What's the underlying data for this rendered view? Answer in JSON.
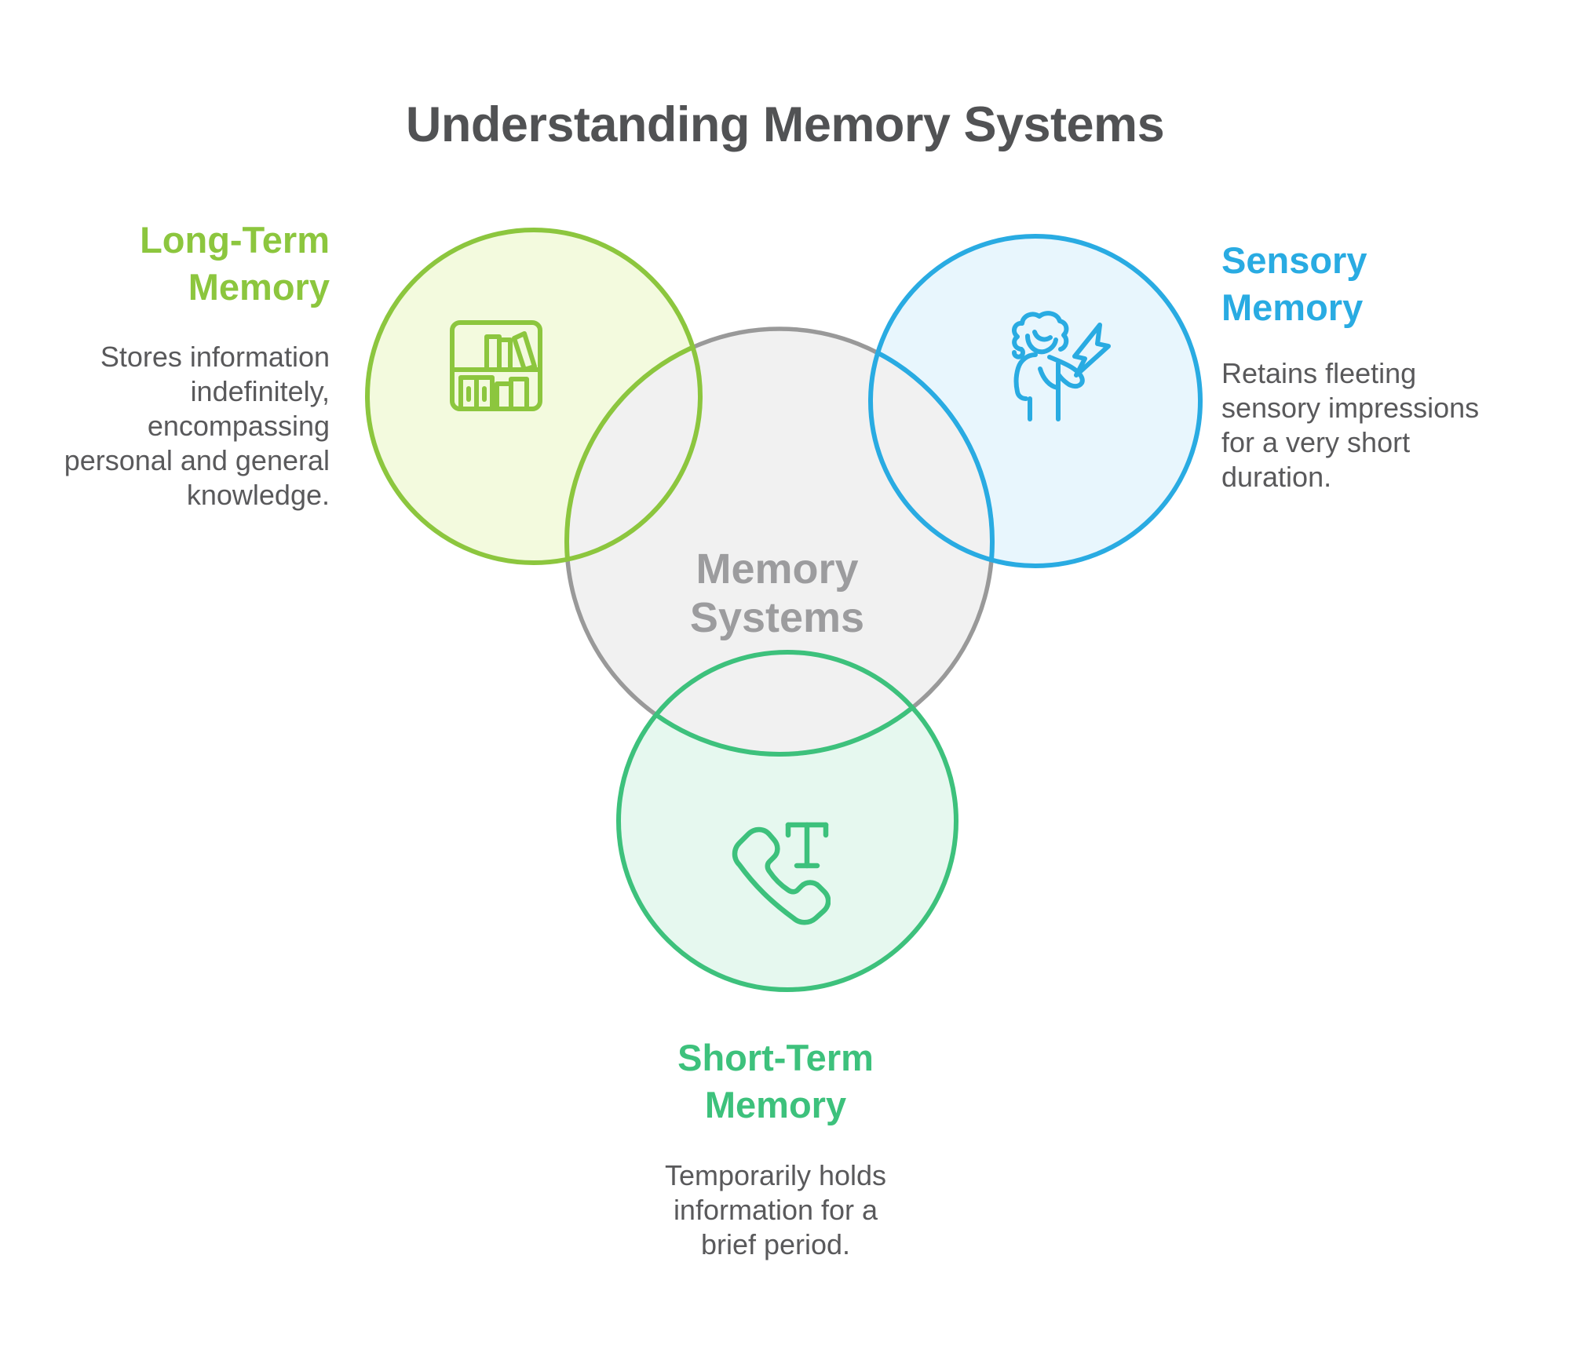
{
  "title": "Understanding Memory Systems",
  "center_label": {
    "lines": [
      "Memory",
      "Systems"
    ]
  },
  "sections": {
    "long_term": {
      "heading_lines": [
        "Long-Term",
        "Memory"
      ],
      "body_lines": [
        "Stores information",
        "indefinitely,",
        "encompassing",
        "personal and general",
        "knowledge."
      ],
      "icon": "bookshelf"
    },
    "sensory": {
      "heading_lines": [
        "Sensory",
        "Memory"
      ],
      "body_lines": [
        "Retains fleeting",
        "sensory impressions",
        "for a very short",
        "duration."
      ],
      "icon": "person-with-lightning-bolt"
    },
    "short_term": {
      "heading_lines": [
        "Short-Term",
        "Memory"
      ],
      "body_lines": [
        "Temporarily holds",
        "information for a",
        "brief period."
      ],
      "icon": "phone-handset-with-letter-T"
    }
  },
  "colors": {
    "lime": "#8CC63E",
    "lime-fill": "#F3FADE",
    "blue": "#29ABE2",
    "blue-fill": "#E8F6FD",
    "emerald": "#3DC17C",
    "emerald-fill": "#E6F8EF",
    "gray-stroke": "#999999",
    "gray-fill": "#F1F1F1",
    "title-text": "#515254",
    "body-text": "#59595B",
    "center-text": "#9C9C9E"
  }
}
